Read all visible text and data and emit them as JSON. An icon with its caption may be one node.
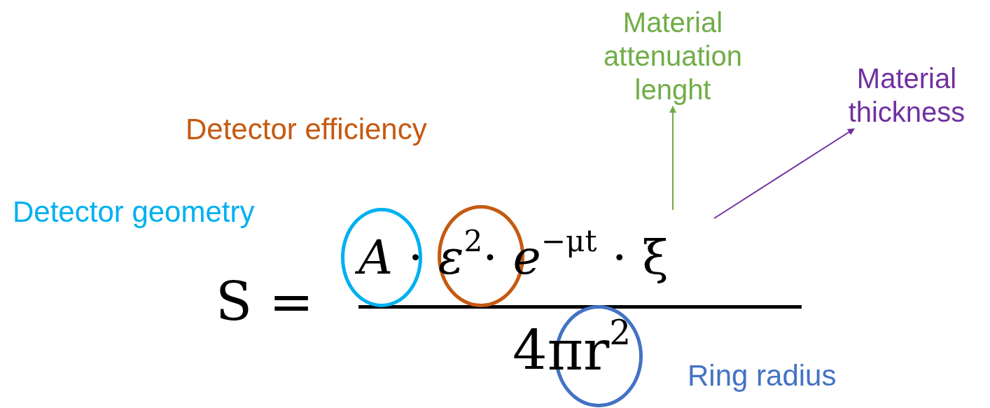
{
  "diagram": {
    "nodes": [
      {
        "text": [
          "Material attenuation lenght"
        ]
      },
      {
        "text": [
          "Material thickness"
        ]
      },
      {
        "text": [],
        "shape": "circle"
      },
      {
        "text": [],
        "shape": "circle"
      },
      {
        "text": [],
        "shape": "circle"
      }
    ],
    "edges": [
      {
        "from": null,
        "to": 0,
        "arrow": "to",
        "color": "#70ad47"
      },
      {
        "from": null,
        "to": 1,
        "arrow": "to",
        "color": "#7030a0"
      }
    ],
    "labels": [
      "Detector efficiency",
      "Detector geometry",
      "S =",
      "*A* · *ε*$^{2}$· *e*$^{−μt}$ · ξ",
      "4πr$^{2}$",
      "Ring radius"
    ]
  }
}
